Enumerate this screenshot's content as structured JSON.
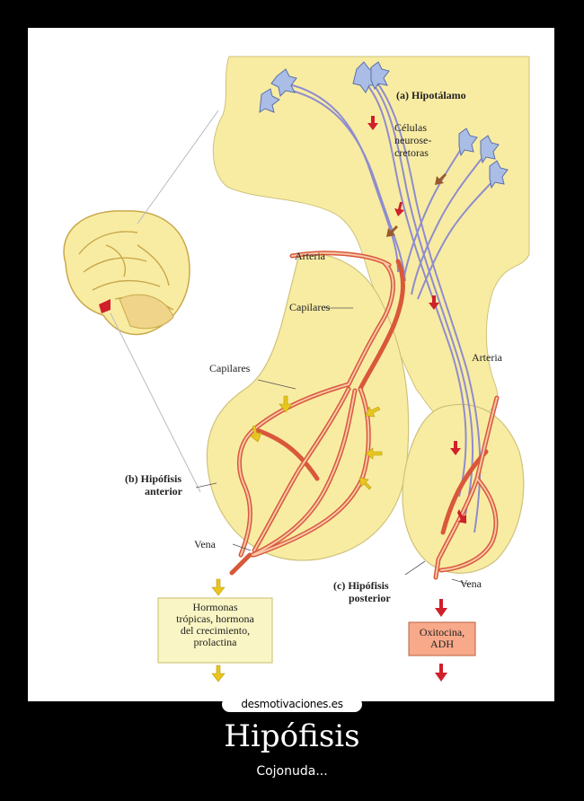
{
  "poster": {
    "watermark": "desmotivaciones.es",
    "title": "Hipófisis",
    "subtitle": "Cojonuda..."
  },
  "diagram": {
    "labels": {
      "hipotalamo": "(a) Hipotálamo",
      "celulas_1": "Células",
      "celulas_2": "neurose-",
      "celulas_3": "cretoras",
      "arteria_top": "Arteria",
      "capilares_top": "Capilares",
      "arteria_right": "Arteria",
      "capilares_left": "Capilares",
      "hipofisis_anterior_1": "(b) Hipófisis",
      "hipofisis_anterior_2": "anterior",
      "vena_left": "Vena",
      "hipofisis_posterior_1": "(c) Hipófisis",
      "hipofisis_posterior_2": "posterior",
      "vena_right": "Vena"
    },
    "boxes": {
      "hormonas_1": "Hormonas",
      "hormonas_2": "trópicas, hormona",
      "hormonas_3": "del crecimiento,",
      "hormonas_4": "prolactina",
      "oxitocina_1": "Oxitocina,",
      "oxitocina_2": "ADH"
    },
    "colors": {
      "tissue": "#f8eca3",
      "vessel": "#f4a07e",
      "vessel_stroke": "#d9583a",
      "axon": "#8f8ccd",
      "arrow_red": "#d0202a",
      "arrow_brown": "#9a5a2c",
      "arrow_yellow": "#e8c61e",
      "box_yellow": "#faf5c4",
      "box_orange": "#f7a98a",
      "neuron": "#a9bde6"
    }
  }
}
